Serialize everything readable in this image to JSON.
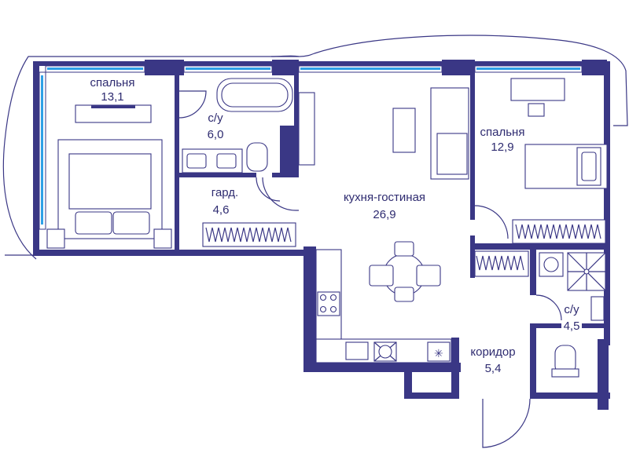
{
  "plan": {
    "rooms": [
      {
        "id": "bedroom-1",
        "name": "спальня",
        "area": "13,1"
      },
      {
        "id": "bathroom-1",
        "name": "с/у",
        "area": "6,0"
      },
      {
        "id": "wardrobe",
        "name": "гард.",
        "area": "4,6"
      },
      {
        "id": "kitchen-living",
        "name": "кухня-гостиная",
        "area": "26,9"
      },
      {
        "id": "bedroom-2",
        "name": "спальня",
        "area": "12,9"
      },
      {
        "id": "bathroom-2",
        "name": "с/у",
        "area": "4,5"
      },
      {
        "id": "corridor",
        "name": "коридор",
        "area": "5,4"
      }
    ],
    "colors": {
      "wall": "#3a3785",
      "glass": "#2fa0e6",
      "text": "#2e2b70"
    }
  }
}
